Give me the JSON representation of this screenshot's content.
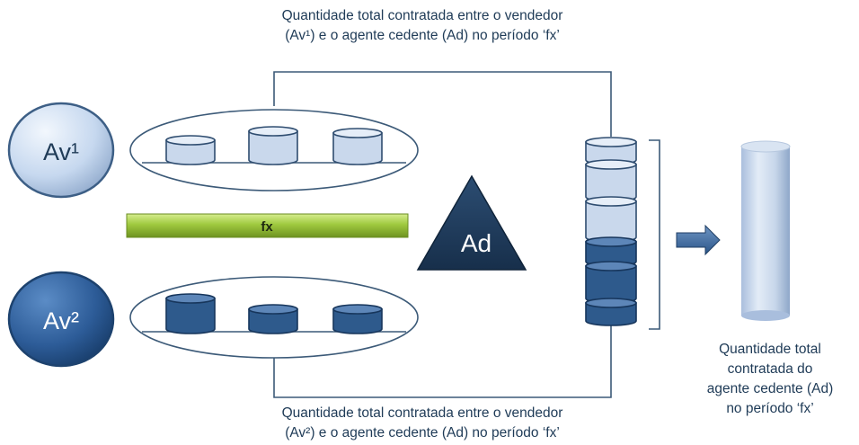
{
  "captions": {
    "top": {
      "line1": "Quantidade total contratada entre o vendedor",
      "line2": "(Av¹) e o agente cedente (Ad) no período ‘fx’"
    },
    "bottom": {
      "line1": "Quantidade total contratada entre o vendedor",
      "line2": "(Av²) e o agente cedente (Ad) no período ‘fx’"
    },
    "right": {
      "line1": "Quantidade total",
      "line2": "contratada do",
      "line3": "agente cedente (Ad)",
      "line4": "no período ‘fx’"
    }
  },
  "nodes": {
    "av1": "Av¹",
    "av2": "Av²",
    "ad": "Ad",
    "period": "fx"
  },
  "colors": {
    "light_blue": "#c9d8ec",
    "dark_blue": "#2e5a8c",
    "navy": "#1f3b57",
    "green_bar": "#9bc43a",
    "line": "#3c5a78"
  }
}
